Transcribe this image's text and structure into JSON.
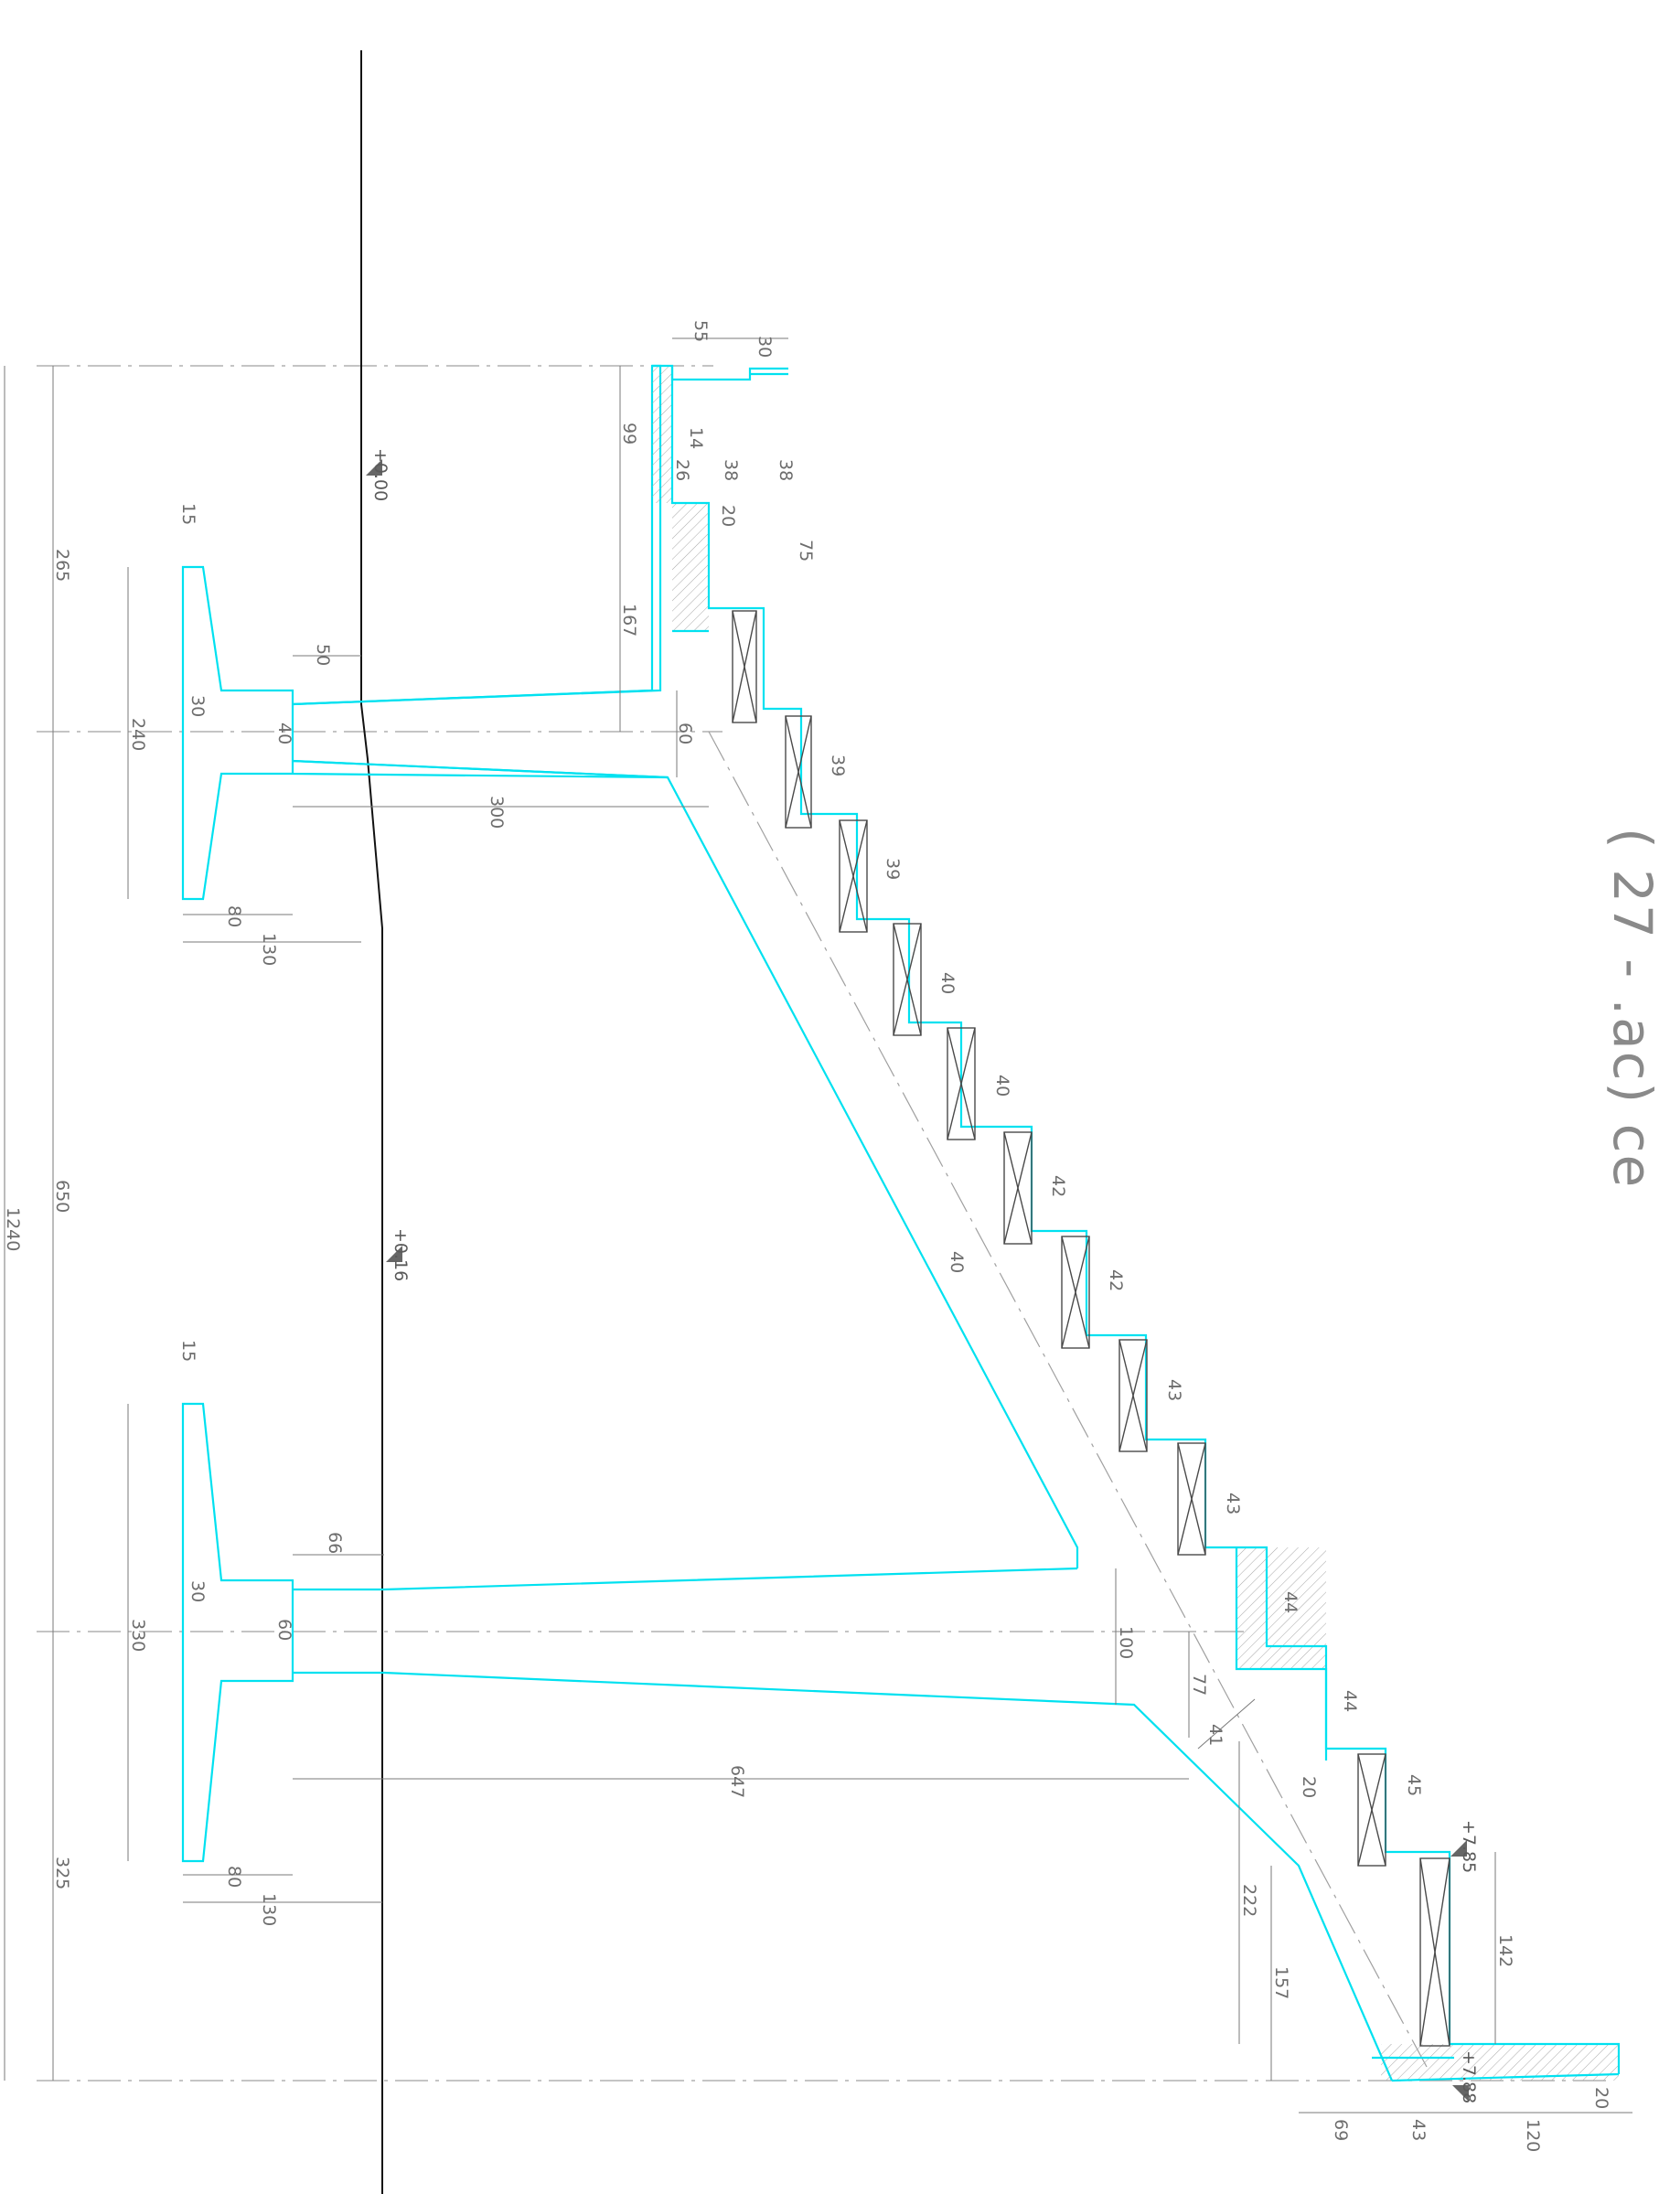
{
  "drawing": {
    "levels": [
      "+0.00",
      "+0.16",
      "+7.85",
      "+7.88"
    ],
    "overall_dims": [
      "265",
      "650",
      "325",
      "1240"
    ],
    "pier1_dims": [
      "15",
      "240",
      "30",
      "40",
      "80",
      "130",
      "50",
      "300",
      "60",
      "167",
      "99"
    ],
    "pier2_dims": [
      "15",
      "330",
      "30",
      "60",
      "80",
      "130",
      "66",
      "647",
      "100",
      "77",
      "41",
      "222",
      "157"
    ],
    "top_dims": [
      "55",
      "30",
      "14",
      "26",
      "38",
      "38",
      "20",
      "75"
    ],
    "tread_dims": [
      "39",
      "39",
      "40",
      "40",
      "42",
      "42",
      "43",
      "43",
      "44",
      "44",
      "45"
    ],
    "stair_dims": [
      "40",
      "20",
      "142"
    ],
    "bottom_dims": [
      "69",
      "43",
      "120",
      "20"
    ],
    "side_text": "( 27 - .ac) ce"
  },
  "colors": {
    "outline": "#00e1f0",
    "dimension": "#7a7a7a",
    "ground_line": "#111111"
  }
}
